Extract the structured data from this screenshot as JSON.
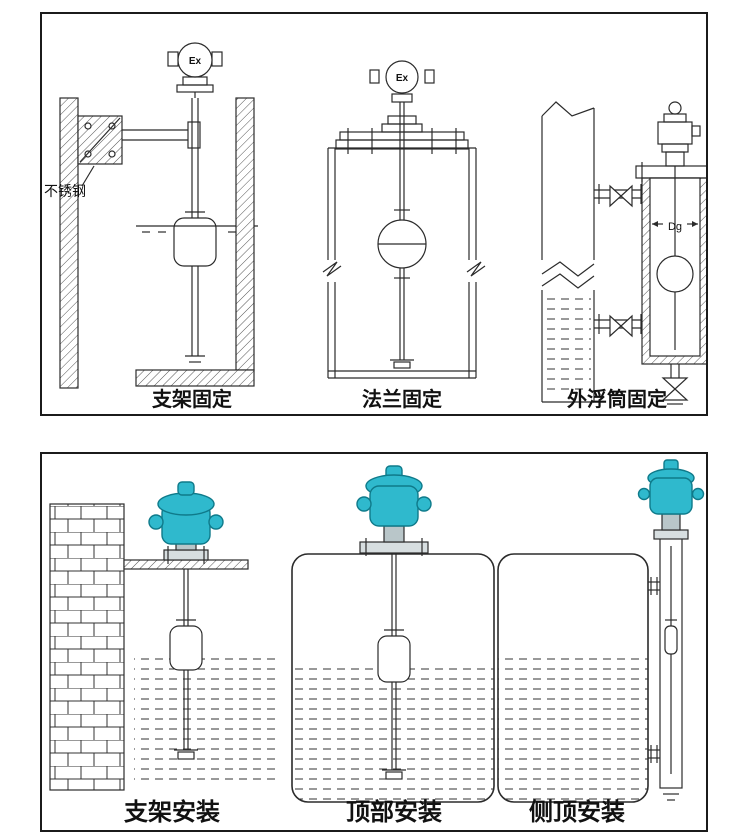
{
  "top_panel": {
    "captions": [
      "支架固定",
      "法兰固定",
      "外浮筒固定"
    ],
    "labels": {
      "stainless_steel": "不锈钢",
      "ex_marking": "Ex",
      "diameter": "Dg"
    }
  },
  "bottom_panel": {
    "captions": [
      "支架安装",
      "顶部安装",
      "侧顶安装"
    ]
  },
  "colors": {
    "transmitter_teal": "#2fb9cd",
    "line_color": "#2b2b2b"
  }
}
